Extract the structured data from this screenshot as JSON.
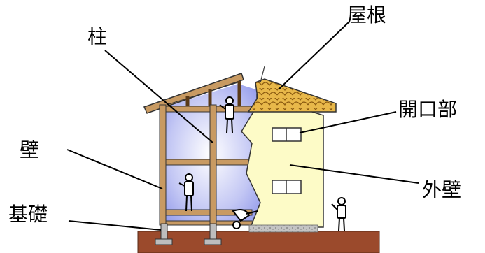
{
  "labels": {
    "roof": "屋根",
    "pillar": "柱",
    "opening": "開口部",
    "wall": "壁",
    "exterior_wall": "外壁",
    "foundation": "基礎"
  },
  "colors": {
    "ground": "#9b4a2c",
    "timber": "#c89a62",
    "roof_tile": "#e8b84a",
    "interior_wall": "#9fa6ef",
    "exterior_wall": "#fdfbc7",
    "foundation": "#bdbdbd"
  }
}
